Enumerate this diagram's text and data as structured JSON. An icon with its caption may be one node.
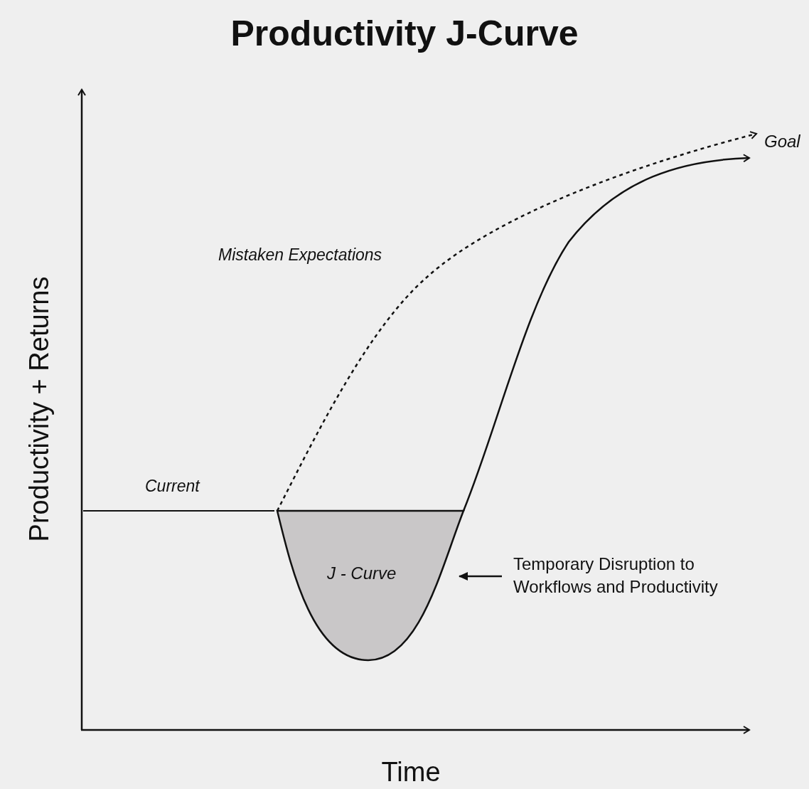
{
  "diagram": {
    "title": "Productivity J-Curve",
    "nodes": [
      {
        "text": [
          "J - Curve"
        ]
      },
      {
        "text": [
          "Temporary Disruption to Workflows and Productivity"
        ]
      },
      {
        "text": [
          "Goal"
        ]
      }
    ],
    "edges": [
      {
        "from": 1,
        "to": 0,
        "arrow": "to"
      },
      {
        "from": 0,
        "to": 2,
        "arrow": "to",
        "style": "dashed"
      },
      {
        "from": 0,
        "to": 2,
        "arrow": "to"
      }
    ],
    "labels": [
      "Mistaken Expectations",
      "Current",
      "Productivity + Returns",
      "Time"
    ]
  }
}
